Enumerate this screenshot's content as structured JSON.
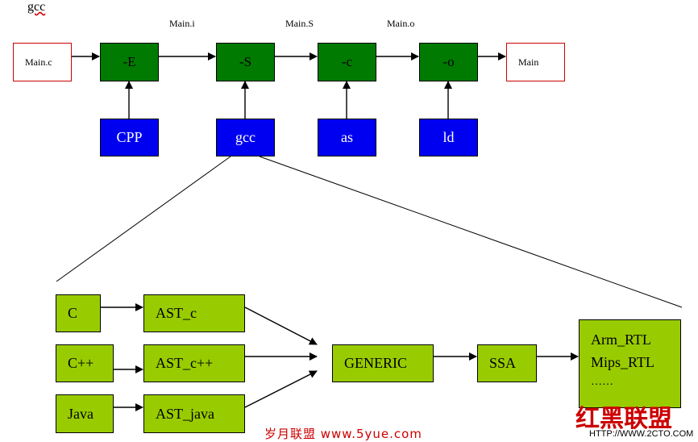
{
  "title": "gcc",
  "top_row": {
    "input": "Main.c",
    "stages": [
      "-E",
      "-S",
      "-c",
      "-o"
    ],
    "output": "Main",
    "intermediates": [
      "Main.i",
      "Main.S",
      "Main.o"
    ],
    "tools": [
      "CPP",
      "gcc",
      "as",
      "ld"
    ]
  },
  "bottom_row": {
    "languages": [
      "C",
      "C++",
      "Java"
    ],
    "ast": [
      "AST_c",
      "AST_c++",
      "AST_java"
    ],
    "generic": "GENERIC",
    "ssa": "SSA",
    "rtl_lines": [
      "Arm_RTL",
      "Mips_RTL",
      "……"
    ]
  },
  "watermarks": {
    "left": "岁月联盟  www.5yue.com",
    "right_logo": "红黑联盟",
    "right_url": "HTTP://WWW.2CTO.COM"
  },
  "colors": {
    "stage": "#007a00",
    "tool": "#0000f0",
    "lang": "#99cc00",
    "input_border": "#cc0000",
    "watermark": "#cc0000"
  }
}
